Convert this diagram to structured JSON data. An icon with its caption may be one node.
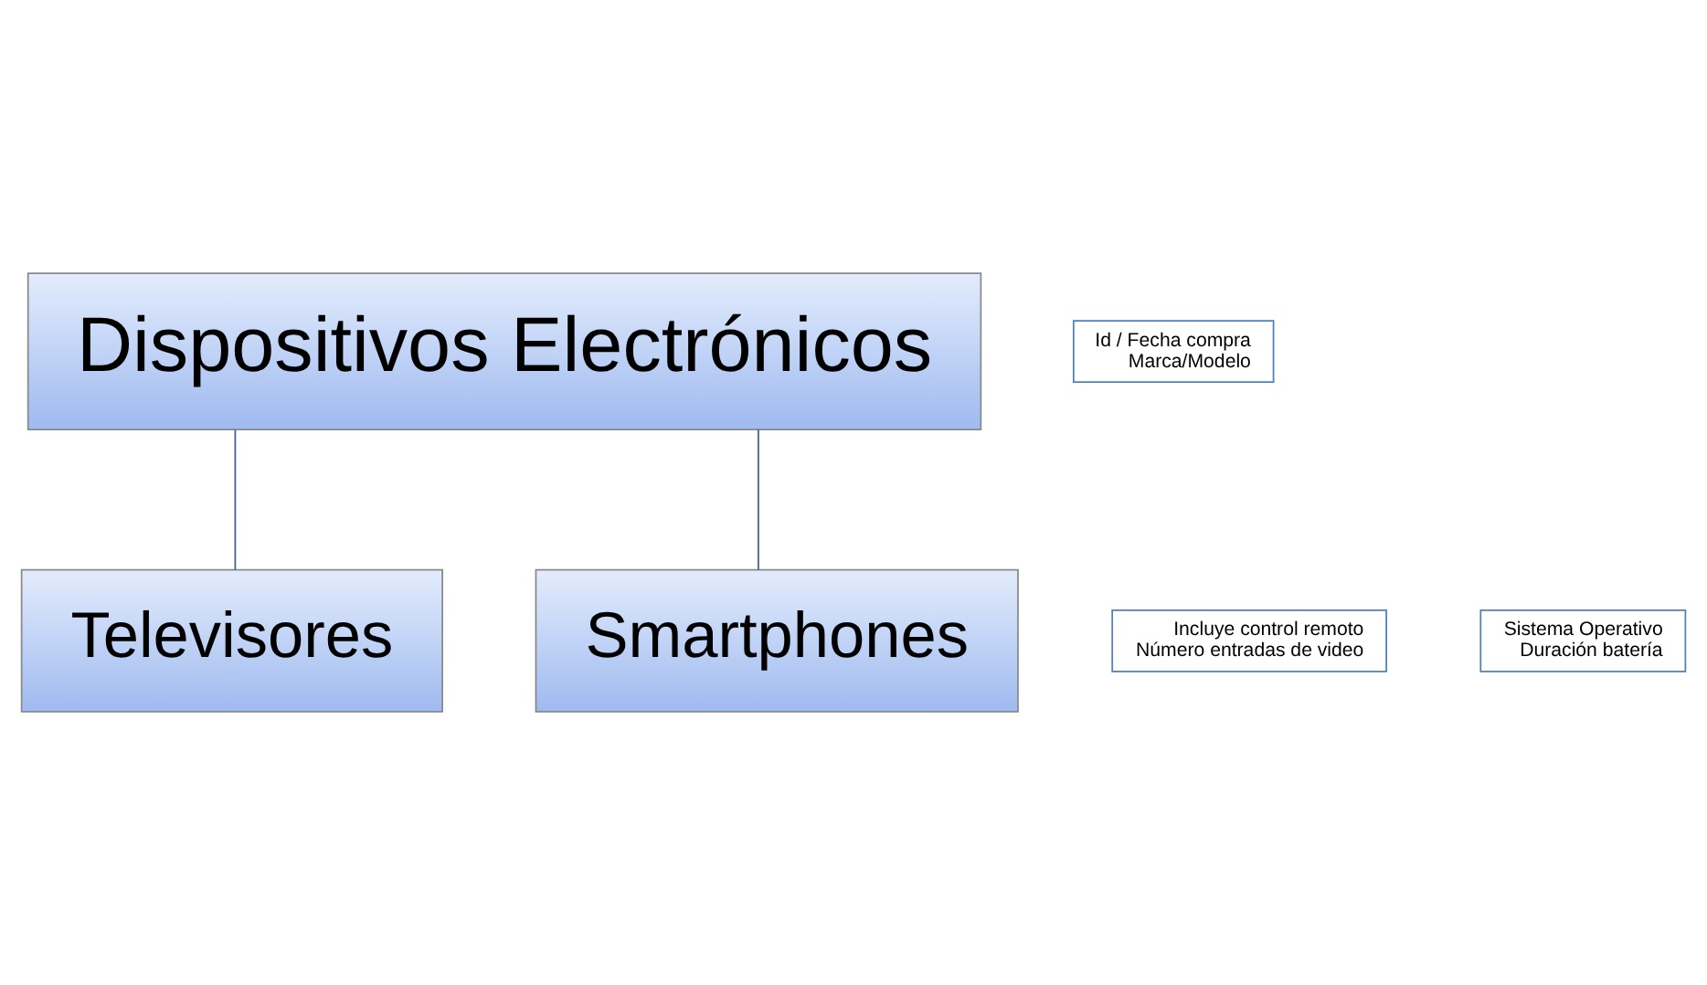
{
  "diagram": {
    "nodes": [
      {
        "text": [
          "Dispositivos Electrónicos"
        ]
      },
      {
        "text": [
          "Id / Fecha compra",
          "Marca/Modelo"
        ]
      },
      {
        "text": [
          "Televisores"
        ]
      },
      {
        "text": [
          "Incluye control remoto",
          "Número entradas de video"
        ]
      },
      {
        "text": [
          "Smartphones"
        ]
      },
      {
        "text": [
          "Sistema Operativo",
          "Duración batería"
        ]
      }
    ],
    "edges": [
      {
        "from": 0,
        "to": 2,
        "arrow": "none"
      },
      {
        "from": 0,
        "to": 4,
        "arrow": "none"
      }
    ]
  }
}
